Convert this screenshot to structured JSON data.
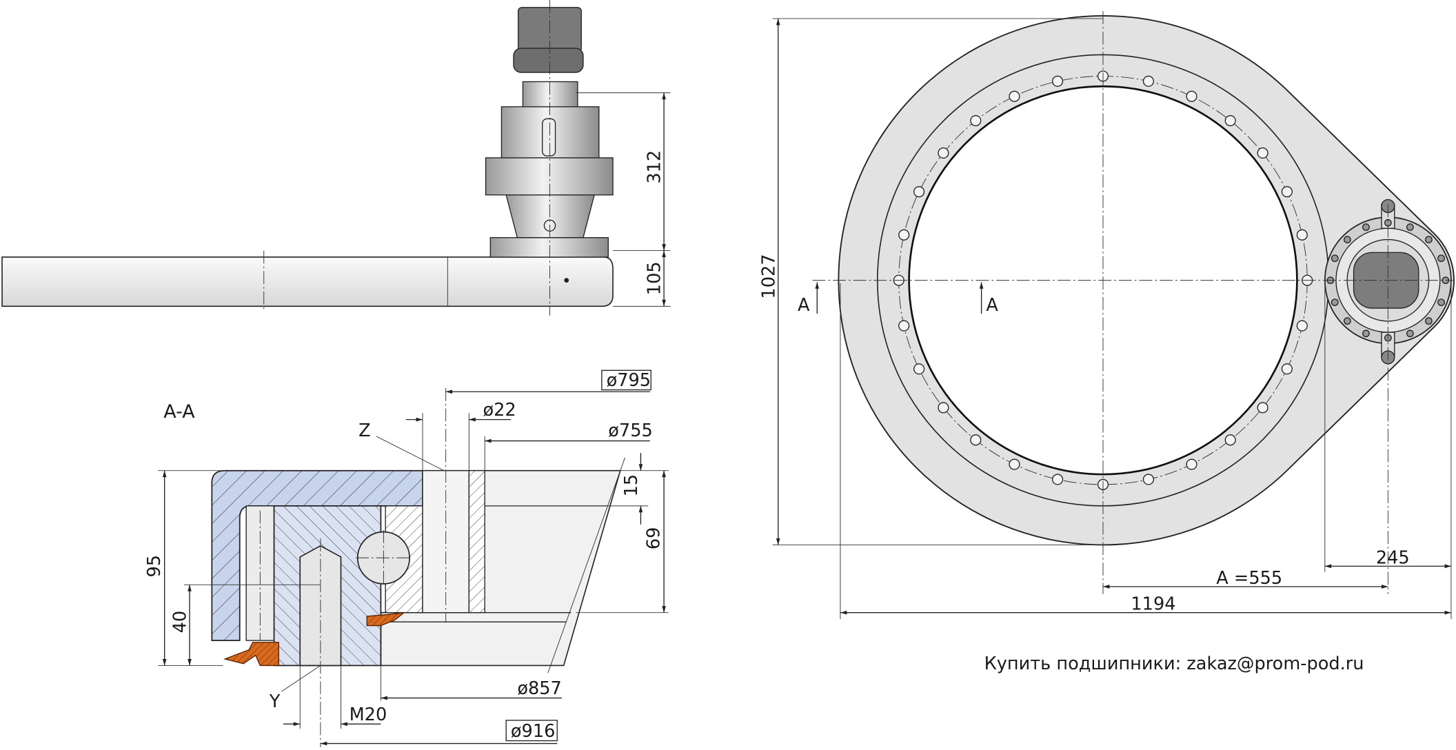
{
  "side_view": {
    "dim_motor_height": "312",
    "dim_plate_height": "105"
  },
  "section": {
    "title": "A-A",
    "dim_total_height": "95",
    "dim_bolt_depth": "40",
    "dim_ring_height": "69",
    "dim_top_step": "15",
    "dia_795": "ø795",
    "dia_22": "ø22",
    "dia_755": "ø755",
    "dia_857": "ø857",
    "dia_916": "ø916",
    "thread": "M20",
    "marker_z": "Z",
    "marker_y": "Y"
  },
  "plan_view": {
    "dim_height": "1027",
    "dim_width": "1194",
    "dim_center_distance": "A =555",
    "dim_pinion": "245",
    "section_mark_left": "A",
    "section_mark_right": "A"
  },
  "footer": {
    "contact_text": "Купить подшипники: zakaz@prom-pod.ru"
  },
  "colors": {
    "section_blue": "#c8d4ec",
    "seal_orange": "#d9691f",
    "part_gray": "#e4e4e4"
  }
}
